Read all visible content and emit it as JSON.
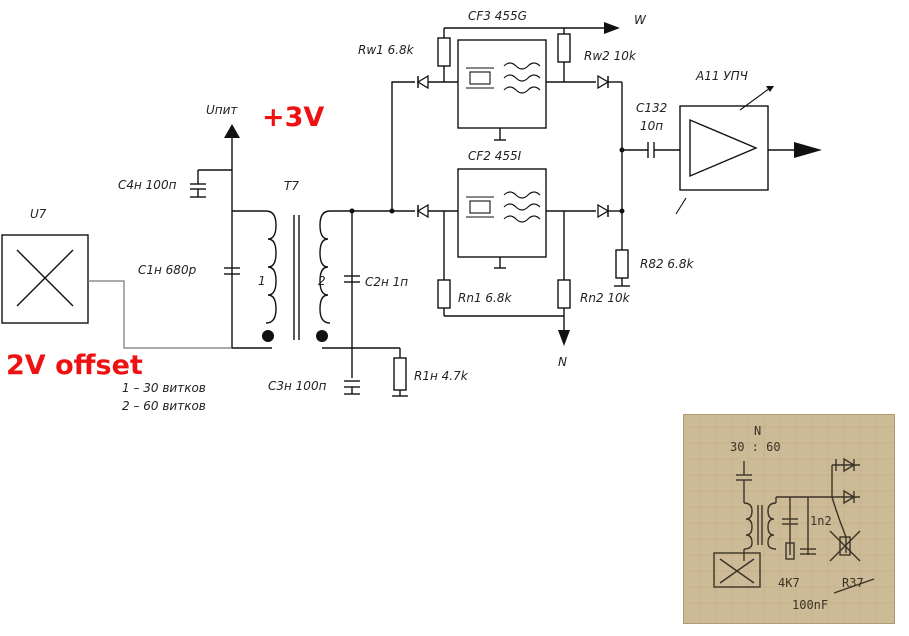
{
  "labels": {
    "u7": "U7",
    "unit": "Uпит",
    "plus3v": "+3V",
    "c4n": "C4н 100п",
    "t7": "T7",
    "c1n": "C1н 680р",
    "c2n": "C2н 1п",
    "c3n": "C3н 100п",
    "r1n": "R1н 4.7k",
    "winding1": "1",
    "winding2": "2",
    "turns1": "1 – 30 витков",
    "turns2": "2 – 60 витков",
    "offset": "2V offset",
    "cf3": "CF3 455G",
    "cf2": "CF2 455I",
    "w_label": "W",
    "n_label": "N",
    "rw1": "Rw1 6.8k",
    "rw2": "Rw2 10k",
    "rn1": "Rn1 6.8k",
    "rn2": "Rn2 10k",
    "r82": "R82 6.8k",
    "c132": "C132",
    "c132_val": "10п",
    "a11": "A11 УПЧ"
  },
  "photo": {
    "n": "N",
    "ratio": "30 : 60",
    "c_1n2": "1n2",
    "r_4k7": "4K7",
    "c_100nf": "100nF",
    "r37": "R37"
  },
  "colors": {
    "annotation_red": "#ee1111",
    "ink": "#111111",
    "paper": "#cdbb97"
  }
}
